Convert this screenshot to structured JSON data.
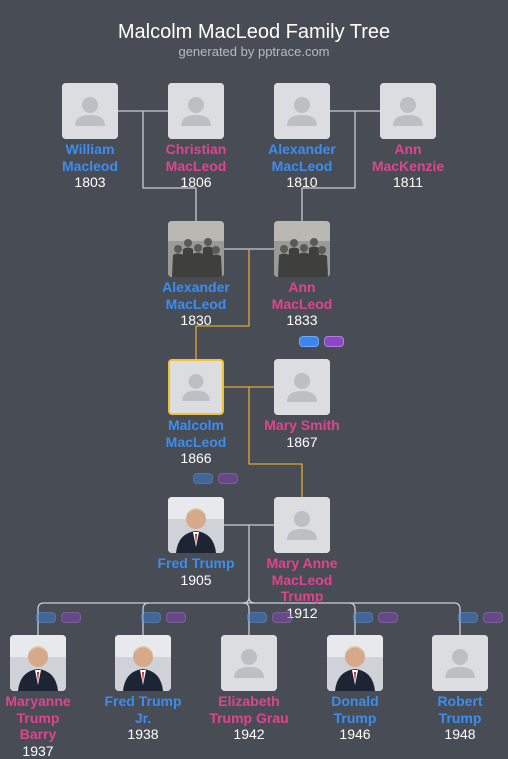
{
  "header": {
    "title": "Malcolm MacLeod Family Tree",
    "subtitle": "generated by pptrace.com"
  },
  "colors": {
    "background": "#474c55",
    "male": "#3b8ef0",
    "female": "#e0448f",
    "lineage_highlight": "#e3a72f",
    "connector": "#c9ccd2",
    "family_pill_blue": "#3a86ee",
    "family_pill_purple": "#8e46c9"
  },
  "people": [
    {
      "id": "william",
      "name": "William Macleod",
      "name_lines": [
        "William",
        "Macleod"
      ],
      "year": "1803",
      "gender": "male",
      "photo": "placeholder-avatar"
    },
    {
      "id": "christian",
      "name": "Christian MacLeod",
      "name_lines": [
        "Christian",
        "MacLeod"
      ],
      "year": "1806",
      "gender": "female",
      "photo": "placeholder-avatar"
    },
    {
      "id": "alexander-1810",
      "name": "Alexander MacLeod",
      "name_lines": [
        "Alexander",
        "MacLeod"
      ],
      "year": "1810",
      "gender": "male",
      "photo": "placeholder-avatar"
    },
    {
      "id": "ann-mackenzie",
      "name": "Ann MacKenzie",
      "name_lines": [
        "Ann",
        "MacKenzie"
      ],
      "year": "1811",
      "gender": "female",
      "photo": "placeholder-avatar"
    },
    {
      "id": "alexander-1830",
      "name": "Alexander MacLeod",
      "name_lines": [
        "Alexander",
        "MacLeod"
      ],
      "year": "1830",
      "gender": "male",
      "photo": "group-photo"
    },
    {
      "id": "ann-1833",
      "name": "Ann MacLeod",
      "name_lines": [
        "Ann",
        "MacLeod"
      ],
      "year": "1833",
      "gender": "female",
      "photo": "group-photo"
    },
    {
      "id": "malcolm",
      "name": "Malcolm MacLeod",
      "name_lines": [
        "Malcolm",
        "MacLeod"
      ],
      "year": "1866",
      "gender": "male",
      "photo": "placeholder-avatar",
      "highlight": true
    },
    {
      "id": "mary-smith",
      "name": "Mary Smith",
      "name_lines": [
        "Mary Smith"
      ],
      "year": "1867",
      "gender": "female",
      "photo": "placeholder-avatar"
    },
    {
      "id": "fred-trump",
      "name": "Fred Trump",
      "name_lines": [
        "Fred Trump"
      ],
      "year": "1905",
      "gender": "male",
      "photo": "portrait-photo"
    },
    {
      "id": "mary-anne",
      "name": "Mary Anne MacLeod Trump",
      "name_lines": [
        "Mary Anne",
        "MacLeod",
        "Trump"
      ],
      "year": "1912",
      "gender": "female",
      "photo": "placeholder-avatar"
    },
    {
      "id": "maryanne",
      "name": "Maryanne Trump Barry",
      "name_lines": [
        "Maryanne",
        "Trump",
        "Barry"
      ],
      "year": "1937",
      "gender": "female",
      "photo": "portrait-photo"
    },
    {
      "id": "fred-jr",
      "name": "Fred Trump Jr.",
      "name_lines": [
        "Fred Trump",
        "Jr."
      ],
      "year": "1938",
      "gender": "male",
      "photo": "portrait-photo"
    },
    {
      "id": "elizabeth",
      "name": "Elizabeth Trump Grau",
      "name_lines": [
        "Elizabeth",
        "Trump Grau"
      ],
      "year": "1942",
      "gender": "female",
      "photo": "placeholder-avatar"
    },
    {
      "id": "donald",
      "name": "Donald Trump",
      "name_lines": [
        "Donald",
        "Trump"
      ],
      "year": "1946",
      "gender": "male",
      "photo": "portrait-photo"
    },
    {
      "id": "robert",
      "name": "Robert Trump",
      "name_lines": [
        "Robert",
        "Trump"
      ],
      "year": "1948",
      "gender": "male",
      "photo": "placeholder-avatar"
    }
  ],
  "couples": [
    {
      "partners": [
        "william",
        "christian"
      ],
      "children": [
        "alexander-1830"
      ]
    },
    {
      "partners": [
        "alexander-1810",
        "ann-mackenzie"
      ],
      "children": [
        "ann-1833"
      ]
    },
    {
      "partners": [
        "alexander-1830",
        "ann-1833"
      ],
      "children": [
        "malcolm"
      ]
    },
    {
      "partners": [
        "malcolm",
        "mary-smith"
      ],
      "children": [
        "mary-anne"
      ]
    },
    {
      "partners": [
        "fred-trump",
        "mary-anne"
      ],
      "children": [
        "maryanne",
        "fred-jr",
        "elizabeth",
        "donald",
        "robert"
      ]
    }
  ],
  "lineage_path": [
    "alexander-1830",
    "malcolm",
    "mary-anne"
  ]
}
